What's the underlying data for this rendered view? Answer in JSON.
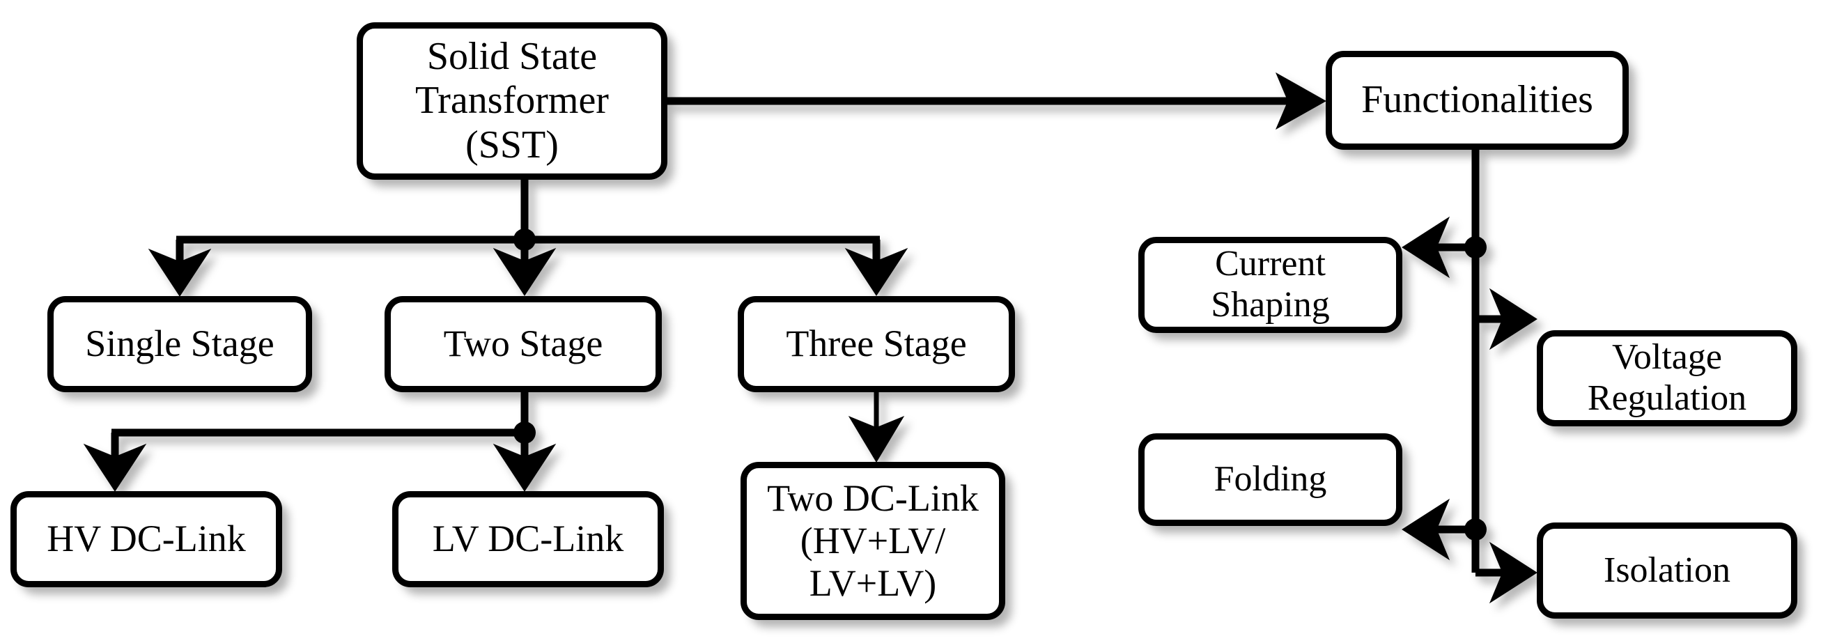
{
  "diagram": {
    "title": "Solid State Transformer (SST) classification and functionalities",
    "type": "block-flow-diagram",
    "background_color": "#ffffff",
    "line_color": "#000000",
    "box_fill_color": "#ffffff",
    "box_border_color": "#000000"
  },
  "nodes": {
    "sst": {
      "label": "Solid State\nTransformer\n(SST)"
    },
    "functionalities": {
      "label": "Functionalities"
    },
    "single_stage": {
      "label": "Single Stage"
    },
    "two_stage": {
      "label": "Two Stage"
    },
    "three_stage": {
      "label": "Three Stage"
    },
    "hv_dc_link": {
      "label": "HV DC-Link"
    },
    "lv_dc_link": {
      "label": "LV DC-Link"
    },
    "two_dc_link": {
      "label": "Two DC-Link\n(HV+LV/\nLV+LV)"
    },
    "current_shaping": {
      "label": "Current\nShaping"
    },
    "voltage_regulation": {
      "label": "Voltage\nRegulation"
    },
    "folding": {
      "label": "Folding"
    },
    "isolation": {
      "label": "Isolation"
    }
  },
  "edges": [
    {
      "from": "sst",
      "to": "functionalities",
      "style": "arrow-right"
    },
    {
      "from": "sst",
      "to": "single_stage",
      "style": "bus-arrow-down"
    },
    {
      "from": "sst",
      "to": "two_stage",
      "style": "bus-arrow-down"
    },
    {
      "from": "sst",
      "to": "three_stage",
      "style": "bus-arrow-down"
    },
    {
      "from": "two_stage",
      "to": "hv_dc_link",
      "style": "bus-arrow-down"
    },
    {
      "from": "two_stage",
      "to": "lv_dc_link",
      "style": "bus-arrow-down"
    },
    {
      "from": "three_stage",
      "to": "two_dc_link",
      "style": "arrow-down"
    },
    {
      "from": "functionalities",
      "to": "current_shaping",
      "style": "arrow-left"
    },
    {
      "from": "functionalities",
      "to": "voltage_regulation",
      "style": "arrow-right"
    },
    {
      "from": "functionalities",
      "to": "folding",
      "style": "arrow-left"
    },
    {
      "from": "functionalities",
      "to": "isolation",
      "style": "arrow-right"
    }
  ]
}
